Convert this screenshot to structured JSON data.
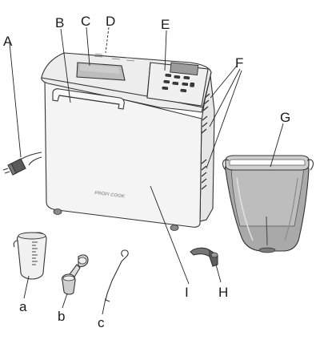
{
  "labels": {
    "A": "A",
    "B": "B",
    "C": "C",
    "D": "D",
    "E": "E",
    "F": "F",
    "G": "G",
    "H": "H",
    "I": "I",
    "a": "a",
    "b": "b",
    "c": "c"
  },
  "brand": "PROFI COOK",
  "colors": {
    "body_fill": "#f4f4f4",
    "lid_fill": "#ededed",
    "display_fill": "#bdbdbd",
    "pan_fill": "#a9a9a9",
    "pan_inner": "#bcbcbc",
    "line": "#333333"
  }
}
